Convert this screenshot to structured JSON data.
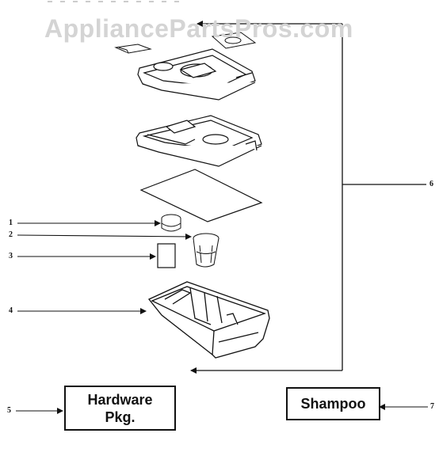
{
  "watermark": "AppliancePartsPros.com",
  "callouts": [
    "1",
    "2",
    "3",
    "4",
    "5",
    "6",
    "7"
  ],
  "boxes": {
    "hardware_line1": "Hardware",
    "hardware_line2": "Pkg.",
    "shampoo": "Shampoo"
  }
}
